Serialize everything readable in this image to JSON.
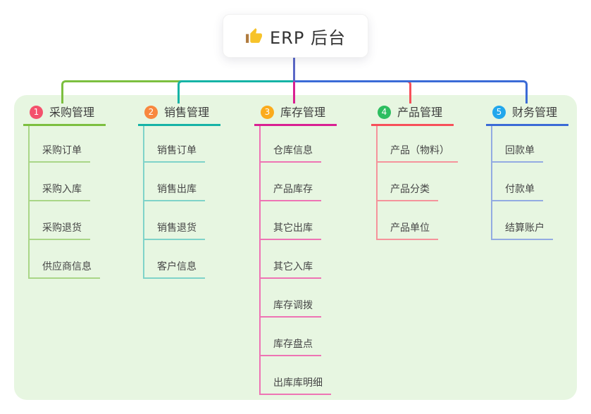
{
  "root": {
    "icon": "thumbs-up-icon",
    "title": "ERP 后台"
  },
  "canvas": {
    "page_bg": "#ffffff",
    "panel_bg": "#e7f6e1",
    "root_line_color": "#5b68c7",
    "icon_color": "#f7c32a"
  },
  "branches": [
    {
      "number": "1",
      "title": "采购管理",
      "badge_color": "#f4516c",
      "line_color": "#7cbf3f",
      "child_line_color": "#a9d687",
      "children": [
        "采购订单",
        "采购入库",
        "采购退货",
        "供应商信息"
      ]
    },
    {
      "number": "2",
      "title": "销售管理",
      "badge_color": "#f8873e",
      "line_color": "#16b3a6",
      "child_line_color": "#7fd3c9",
      "children": [
        "销售订单",
        "销售出库",
        "销售退货",
        "客户信息"
      ]
    },
    {
      "number": "3",
      "title": "库存管理",
      "badge_color": "#fbab1c",
      "line_color": "#d92092",
      "child_line_color": "#ee74b4",
      "children": [
        "仓库信息",
        "产品库存",
        "其它出库",
        "其它入库",
        "库存调拨",
        "库存盘点",
        "出库库明细"
      ]
    },
    {
      "number": "4",
      "title": "产品管理",
      "badge_color": "#2dbe60",
      "line_color": "#f7505a",
      "child_line_color": "#f5939b",
      "children": [
        "产品（物料）",
        "产品分类",
        "产品单位"
      ]
    },
    {
      "number": "5",
      "title": "财务管理",
      "badge_color": "#22a7ec",
      "line_color": "#3b6bd6",
      "child_line_color": "#93abe2",
      "children": [
        "回款单",
        "付款单",
        "结算账户"
      ]
    }
  ]
}
